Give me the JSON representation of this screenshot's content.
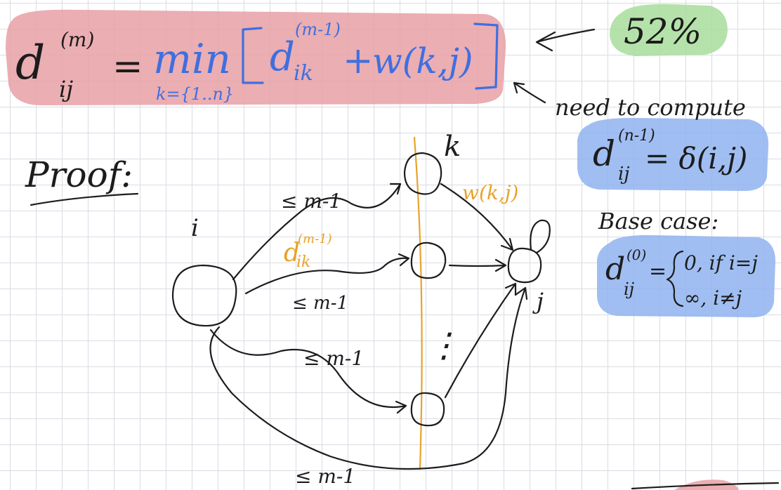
{
  "colors": {
    "highlight_red": "#e7a0a4",
    "highlight_green": "#a8dd9b",
    "highlight_blue": "#8fb3f0",
    "ink_blue": "#3f6fe0",
    "ink_black": "#1c1c1c",
    "ink_orange": "#e7a32a",
    "grid_line": "#d9dce3"
  },
  "recurrence": {
    "lhs_d": "d",
    "lhs_sup": "(m)",
    "lhs_sub": "ij",
    "equals": "=",
    "min": "min",
    "min_sub": "k={1..n}",
    "term_d": "d",
    "term_sup": "(m-1)",
    "term_sub": "ik",
    "plus": "+",
    "weight": "w(k,j)"
  },
  "progress": {
    "percent_label": "52%"
  },
  "note": {
    "need_to_compute": "need to compute",
    "target_d": "d",
    "target_sup": "(n-1)",
    "target_sub": "ij",
    "target_rhs": "= δ(i,j)"
  },
  "base_case": {
    "title": "Base case:",
    "d": "d",
    "sup": "(0)",
    "sub": "ij",
    "equals": "=",
    "case_1": "0, if i=j",
    "case_2": "∞, i≠j"
  },
  "proof": {
    "title": "Proof:",
    "node_i": "i",
    "node_j": "j",
    "node_k": "k",
    "edge_top": "≤ m-1",
    "edge_mid": "≤ m-1",
    "edge_lower": "≤ m-1",
    "edge_bottom": "≤ m-1",
    "dik_d": "d",
    "dik_sup": "(m-1)",
    "dik_sub": "ik",
    "weight_kj": "w(k,j)",
    "ellipsis": "⋮"
  }
}
